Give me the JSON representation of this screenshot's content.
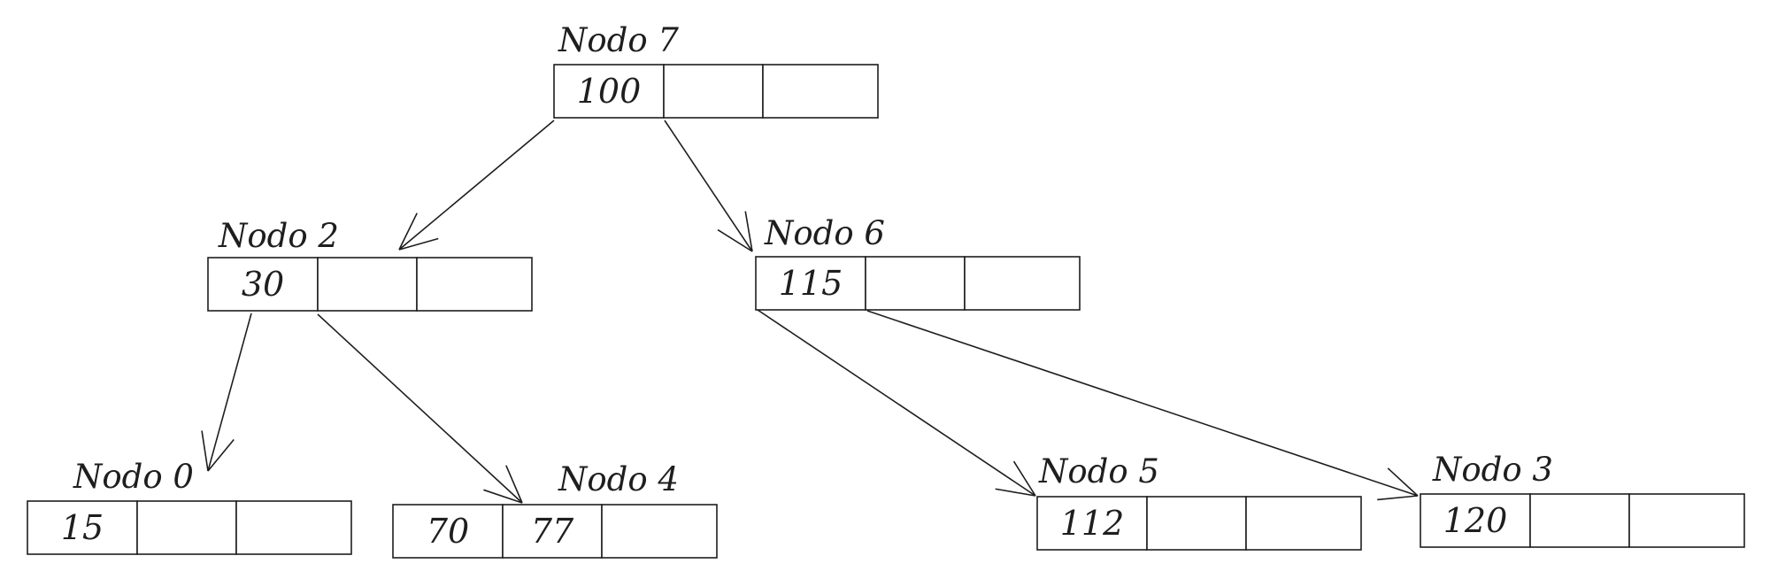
{
  "diagram": {
    "type": "b-tree",
    "stroke_color": "#1e1e1e",
    "background": "#ffffff",
    "nodes": [
      {
        "id": "n7",
        "title": "Nodo 7",
        "keys": [
          "100",
          "",
          ""
        ]
      },
      {
        "id": "n2",
        "title": "Nodo 2",
        "keys": [
          "30",
          "",
          ""
        ]
      },
      {
        "id": "n6",
        "title": "Nodo 6",
        "keys": [
          "115",
          "",
          ""
        ]
      },
      {
        "id": "n0",
        "title": "Nodo 0",
        "keys": [
          "15",
          "",
          ""
        ]
      },
      {
        "id": "n4",
        "title": "Nodo 4",
        "keys": [
          "70",
          "77",
          ""
        ]
      },
      {
        "id": "n5",
        "title": "Nodo 5",
        "keys": [
          "112",
          "",
          ""
        ]
      },
      {
        "id": "n3",
        "title": "Nodo 3",
        "keys": [
          "120",
          "",
          ""
        ]
      }
    ],
    "edges": [
      {
        "from": "n7",
        "to": "n2"
      },
      {
        "from": "n7",
        "to": "n6"
      },
      {
        "from": "n2",
        "to": "n0"
      },
      {
        "from": "n2",
        "to": "n4"
      },
      {
        "from": "n6",
        "to": "n5"
      },
      {
        "from": "n6",
        "to": "n3"
      }
    ]
  }
}
